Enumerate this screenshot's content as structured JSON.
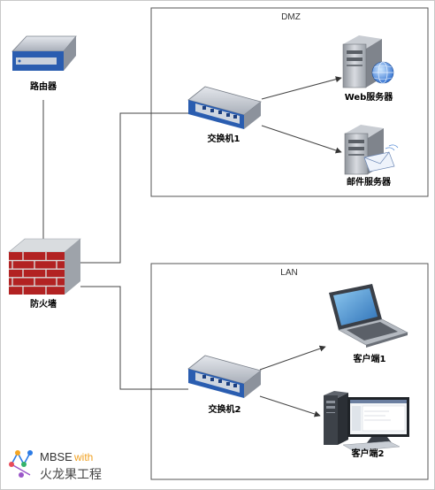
{
  "zones": {
    "dmz": "DMZ",
    "lan": "LAN"
  },
  "devices": {
    "router": {
      "label": "路由器",
      "icon": "router-icon"
    },
    "firewall": {
      "label": "防火墙",
      "icon": "firewall-icon"
    },
    "switch1": {
      "label": "交换机1",
      "icon": "switch-icon"
    },
    "switch2": {
      "label": "交换机2",
      "icon": "switch-icon"
    },
    "web_server": {
      "label": "Web服务器",
      "icon": "web-server-icon"
    },
    "mail_server": {
      "label": "邮件服务器",
      "icon": "mail-server-icon"
    },
    "client1": {
      "label": "客户端1",
      "icon": "laptop-icon"
    },
    "client2": {
      "label": "客户端2",
      "icon": "desktop-icon"
    }
  },
  "watermark": {
    "top": "MBSE",
    "with": "with",
    "bottom": "火龙果工程"
  },
  "colors": {
    "firewall_brick": "#b22222",
    "device_blue": "#2a5db0",
    "device_gray": "#b9bec7",
    "line": "#444444"
  }
}
